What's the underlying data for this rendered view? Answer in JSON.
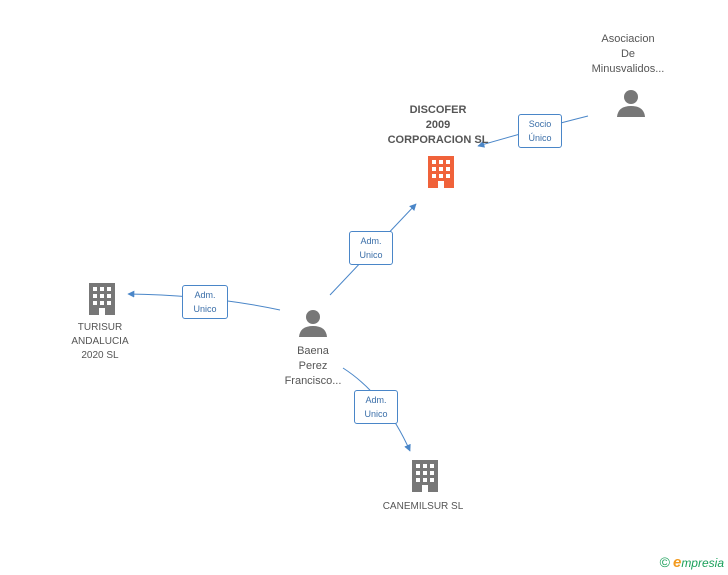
{
  "colors": {
    "edge": "#4a86c8",
    "person": "#777777",
    "building": "#777777",
    "main_building": "#f0623a"
  },
  "nodes": {
    "discofer": {
      "lines": [
        "DISCOFER",
        "2009",
        "CORPORACION SL"
      ],
      "icon": "building-icon"
    },
    "asociacion": {
      "lines": [
        "Asociacion",
        "De",
        "Minusvalidos..."
      ],
      "icon": "person-icon"
    },
    "turisur": {
      "lines": [
        "TURISUR",
        "ANDALUCIA",
        "2020 SL"
      ],
      "icon": "building-icon"
    },
    "baena": {
      "lines": [
        "Baena",
        "Perez",
        "Francisco..."
      ],
      "icon": "person-icon"
    },
    "canemilsur": {
      "lines": [
        "CANEMILSUR SL"
      ],
      "icon": "building-icon"
    }
  },
  "edges": {
    "socio": {
      "lines": [
        "Socio",
        "Único"
      ]
    },
    "adm_discofer": {
      "lines": [
        "Adm.",
        "Unico"
      ]
    },
    "adm_turisur": {
      "lines": [
        "Adm.",
        "Unico"
      ]
    },
    "adm_canemilsur": {
      "lines": [
        "Adm.",
        "Unico"
      ]
    }
  },
  "footer": {
    "copyright": "©",
    "brand_initial": "e",
    "brand_rest": "mpresia"
  }
}
